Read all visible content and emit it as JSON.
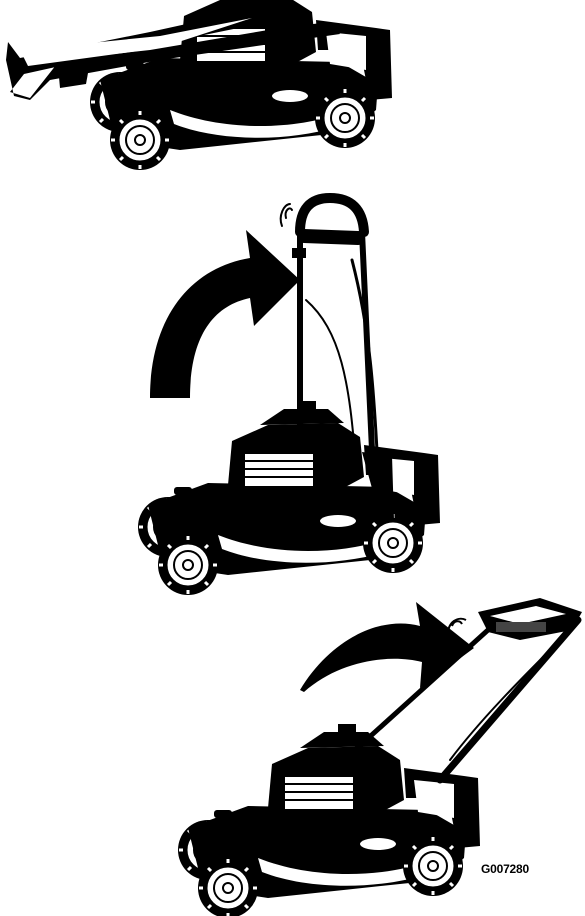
{
  "figure": {
    "id": "G007280",
    "panels": [
      {
        "state": "handle-folded",
        "arrow": false
      },
      {
        "state": "handle-raised-upright",
        "arrow": true
      },
      {
        "state": "handle-lowered-to-operating",
        "arrow": true
      }
    ],
    "colors": {
      "ink": "#000000",
      "paper": "#ffffff",
      "shade": "#444444"
    }
  }
}
